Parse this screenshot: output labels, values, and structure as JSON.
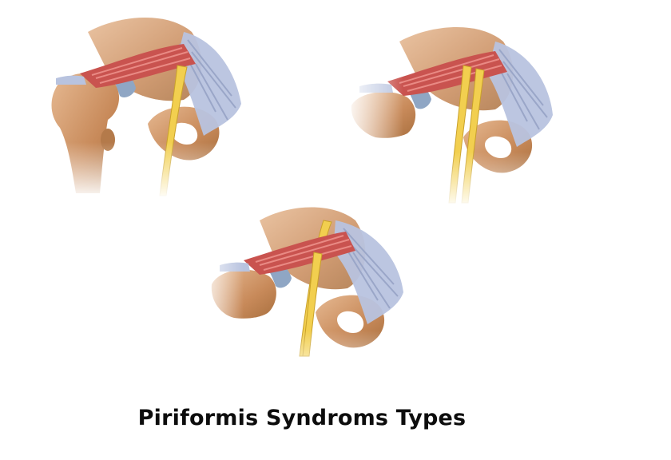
{
  "caption": "Piriformis Syndroms Types",
  "colors": {
    "bone": "#c88a5a",
    "bone_highlight": "#e3b58d",
    "muscle": "#c9534f",
    "muscle_stripe": "#e98a84",
    "ligament": "#b8c3df",
    "nerve": "#f2cf4f",
    "nerve_edge": "#c9a12a",
    "caption_text": "#0d0d0d"
  },
  "panels": [
    {
      "variant": "nerve-below-muscle",
      "nerve_strands": 1
    },
    {
      "variant": "nerve-split-through-muscle",
      "nerve_strands": 2
    },
    {
      "variant": "nerve-split-above-and-below-muscle",
      "nerve_strands": 2
    }
  ]
}
